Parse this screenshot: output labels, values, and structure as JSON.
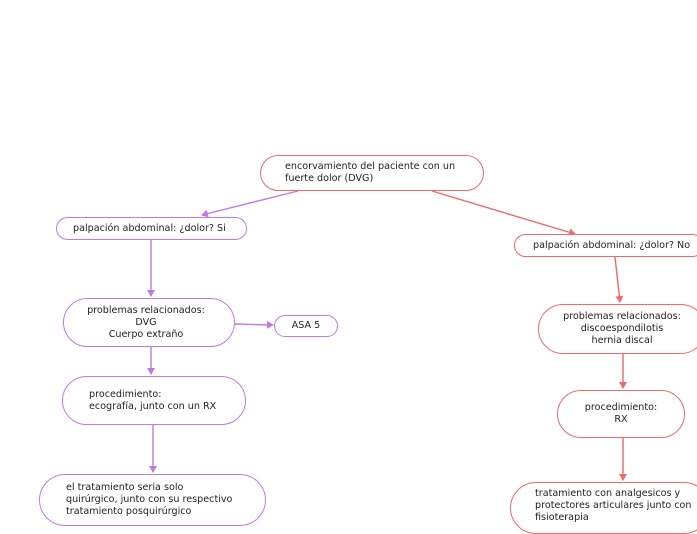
{
  "colors": {
    "left_branch": "#c07be0",
    "right_branch": "#ee6a6a",
    "background": "#ffffff"
  },
  "nodes": {
    "root": "encorvamiento del paciente con un\nfuerte dolor (DVG)",
    "left_palpation": "palpación abdominal: ¿dolor? Si",
    "left_problems": "problemas relacionados:\nDVG\nCuerpo extraño",
    "asa": "ASA 5",
    "left_procedure": "procedimiento:\necografía, junto con un RX",
    "left_treatment": "el tratamiento seria solo\nquirúrgico, junto con su respectivo\ntratamiento posquirúrgico",
    "right_palpation": "palpación abdominal: ¿dolor? No",
    "right_problems": "problemas relacionados:\ndiscoespondilotis\nhernia discal",
    "right_procedure": "procedimiento:\nRX",
    "right_treatment": "tratamiento con analgesicos y\nprotectores articulares junto con\nfisioterapia"
  }
}
